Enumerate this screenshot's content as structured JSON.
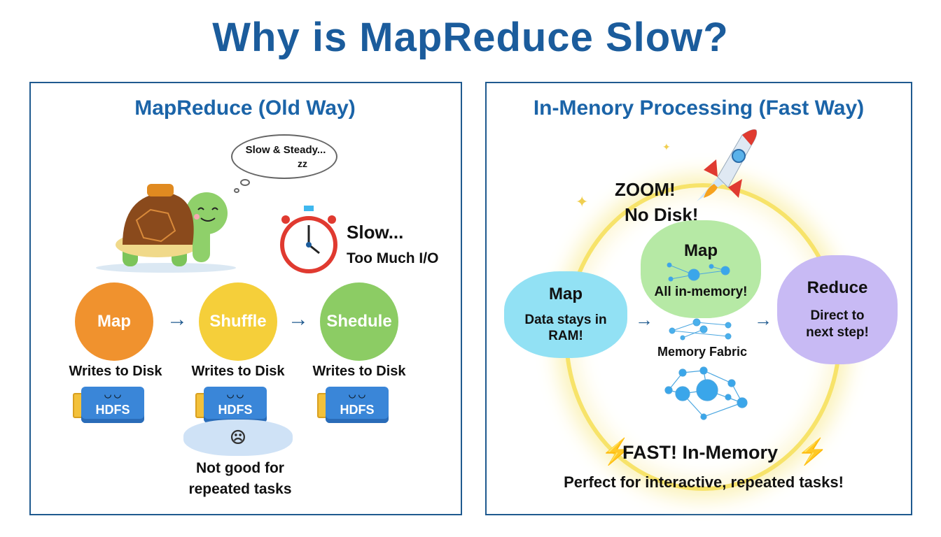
{
  "title": "Why is MapReduce Slow?",
  "left": {
    "heading": "MapReduce (Old Way)",
    "thought": [
      "Slow & Steady...",
      "zz"
    ],
    "slow": "Slow...",
    "too_much_io": "Too Much I/O",
    "stages": [
      {
        "label": "Map",
        "color": "#f0922e",
        "caption": "Writes to Disk",
        "storage": "HDFS"
      },
      {
        "label": "Shuffle",
        "color": "#f5cf3a",
        "caption": "Writes to Disk",
        "storage": "HDFS"
      },
      {
        "label": "Shedule",
        "color": "#8ccc64",
        "caption": "Writes to Disk",
        "storage": "HDFS"
      }
    ],
    "arrow": "→",
    "note": [
      "Not good for",
      "repeated tasks"
    ]
  },
  "right": {
    "heading": "In-Menory Processing (Fast Way)",
    "zoom": "ZOOM!",
    "no_disk": "No Disk!",
    "map1": {
      "title": "Map",
      "text": "Data stays in RAM!"
    },
    "map2": {
      "title": "Map",
      "text": "All in-memory!"
    },
    "reduce": {
      "title": "Reduce",
      "text": "Direct to next step!"
    },
    "fabric": "Memory Fabric",
    "arrow": "→",
    "fast": "FAST! In-Memory",
    "perfect": "Perfect for interactive, repeated tasks!"
  }
}
